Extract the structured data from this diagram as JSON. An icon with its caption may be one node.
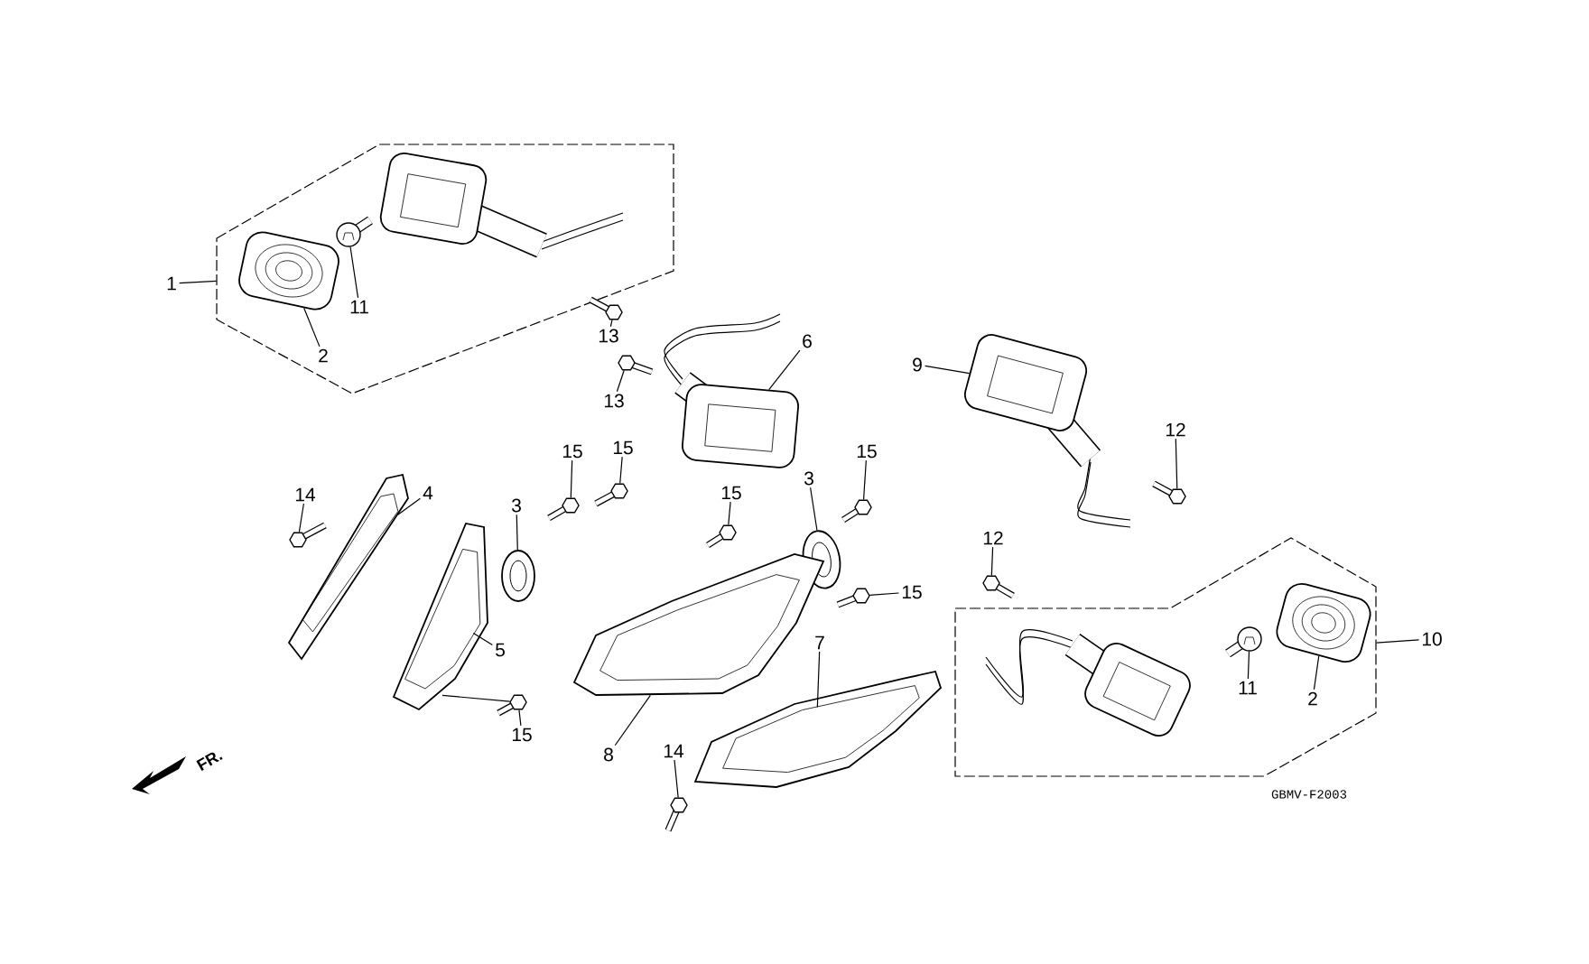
{
  "diagram": {
    "nodes": [
      {
        "text": [],
        "shape": "box"
      },
      {
        "text": [
          "1"
        ]
      },
      {
        "text": [],
        "shape": "picture",
        "in": 0
      },
      {
        "text": [],
        "shape": "picture",
        "in": 0
      },
      {
        "text": [],
        "shape": "picture",
        "in": 0
      },
      {
        "text": [
          "11"
        ],
        "in": 0
      },
      {
        "text": [
          "2"
        ],
        "in": 0
      },
      {
        "text": [
          "13"
        ]
      },
      {
        "text": [],
        "shape": "picture"
      },
      {
        "text": [
          "13"
        ]
      },
      {
        "text": [],
        "shape": "picture"
      },
      {
        "text": [
          "6"
        ]
      },
      {
        "text": [],
        "shape": "picture"
      },
      {
        "text": [
          "9"
        ]
      },
      {
        "text": [],
        "shape": "picture"
      },
      {
        "text": [
          "12"
        ]
      },
      {
        "text": [],
        "shape": "picture"
      },
      {
        "text": [
          "12"
        ]
      },
      {
        "text": [],
        "shape": "picture"
      },
      {
        "text": [],
        "shape": "box"
      },
      {
        "text": [
          "10"
        ]
      },
      {
        "text": [],
        "shape": "picture",
        "in": 19
      },
      {
        "text": [],
        "shape": "picture",
        "in": 19
      },
      {
        "text": [],
        "shape": "picture",
        "in": 19
      },
      {
        "text": [
          "11"
        ],
        "in": 19
      },
      {
        "text": [
          "2"
        ],
        "in": 19
      },
      {
        "text": [
          "14"
        ]
      },
      {
        "text": [],
        "shape": "picture"
      },
      {
        "text": [
          "4"
        ]
      },
      {
        "text": [],
        "shape": "picture"
      },
      {
        "text": [
          "15"
        ]
      },
      {
        "text": [],
        "shape": "picture"
      },
      {
        "text": [
          "15"
        ]
      },
      {
        "text": [],
        "shape": "picture"
      },
      {
        "text": [
          "3"
        ]
      },
      {
        "text": [],
        "shape": "picture"
      },
      {
        "text": [
          "5"
        ]
      },
      {
        "text": [],
        "shape": "picture"
      },
      {
        "text": [
          "15"
        ]
      },
      {
        "text": [],
        "shape": "picture"
      },
      {
        "text": [
          "15"
        ]
      },
      {
        "text": [],
        "shape": "picture"
      },
      {
        "text": [
          "3"
        ]
      },
      {
        "text": [],
        "shape": "picture"
      },
      {
        "text": [
          "15"
        ]
      },
      {
        "text": [],
        "shape": "picture"
      },
      {
        "text": [
          "15"
        ]
      },
      {
        "text": [],
        "shape": "picture"
      },
      {
        "text": [
          "8"
        ]
      },
      {
        "text": [],
        "shape": "picture"
      },
      {
        "text": [
          "7"
        ]
      },
      {
        "text": [],
        "shape": "picture"
      },
      {
        "text": [
          "14"
        ]
      },
      {
        "text": [],
        "shape": "picture"
      }
    ],
    "edges": [
      {
        "from": 1,
        "to": 0,
        "arrow": "none"
      },
      {
        "from": 5,
        "to": 3,
        "arrow": "none"
      },
      {
        "from": 6,
        "to": 2,
        "arrow": "none"
      },
      {
        "from": 7,
        "to": 8,
        "arrow": "none"
      },
      {
        "from": 9,
        "to": 10,
        "arrow": "none"
      },
      {
        "from": 11,
        "to": 12,
        "arrow": "none"
      },
      {
        "from": 13,
        "to": 14,
        "arrow": "none"
      },
      {
        "from": 15,
        "to": 16,
        "arrow": "none"
      },
      {
        "from": 17,
        "to": 18,
        "arrow": "none"
      },
      {
        "from": 20,
        "to": 19,
        "arrow": "none"
      },
      {
        "from": 24,
        "to": 22,
        "arrow": "none"
      },
      {
        "from": 25,
        "to": 23,
        "arrow": "none"
      },
      {
        "from": 26,
        "to": 27,
        "arrow": "none"
      },
      {
        "from": 28,
        "to": 29,
        "arrow": "none"
      },
      {
        "from": 30,
        "to": 31,
        "arrow": "none"
      },
      {
        "from": 32,
        "to": 33,
        "arrow": "none"
      },
      {
        "from": 34,
        "to": 35,
        "arrow": "none"
      },
      {
        "from": 36,
        "to": 37,
        "arrow": "none"
      },
      {
        "from": 38,
        "to": 39,
        "arrow": "none"
      },
      {
        "from": 37,
        "to": 39,
        "arrow": "none"
      },
      {
        "from": 40,
        "to": 41,
        "arrow": "none"
      },
      {
        "from": 42,
        "to": 43,
        "arrow": "none"
      },
      {
        "from": 44,
        "to": 45,
        "arrow": "none"
      },
      {
        "from": 46,
        "to": 47,
        "arrow": "none"
      },
      {
        "from": 48,
        "to": 49,
        "arrow": "none"
      },
      {
        "from": 50,
        "to": 51,
        "arrow": "none"
      },
      {
        "from": 52,
        "to": 53,
        "arrow": "none"
      }
    ],
    "labels": [
      "FR.",
      "GBMV-F2003"
    ]
  }
}
